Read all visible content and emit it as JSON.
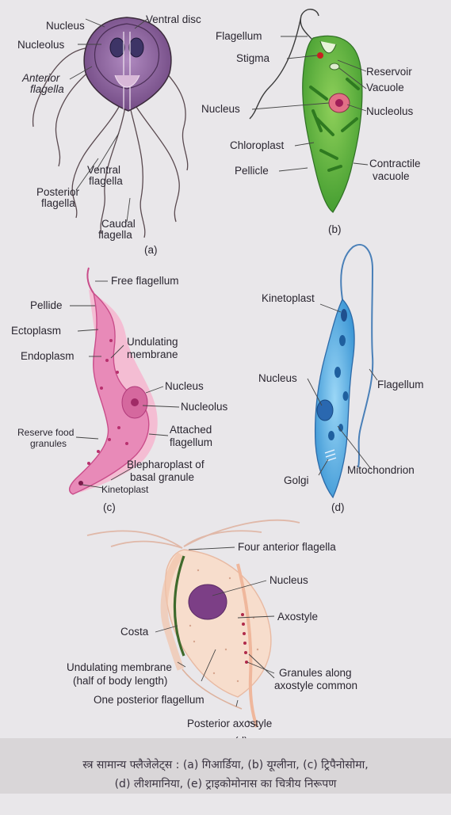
{
  "panels": {
    "a": {
      "id": "(a)",
      "labels": {
        "nucleus": "Nucleus",
        "ventral_disc": "Ventral disc",
        "nucleolus": "Nucleolus",
        "anterior_flagella_1": "Anterior",
        "anterior_flagella_2": "flagella",
        "ventral_flagella_1": "Ventral",
        "ventral_flagella_2": "flagella",
        "posterior_flagella_1": "Posterior",
        "posterior_flagella_2": "flagella",
        "caudal_flagella_1": "Caudal",
        "caudal_flagella_2": "flagella"
      },
      "colors": {
        "body": "#8a5a9a",
        "nucleus": "#3d3466",
        "outline": "#3a2a3a"
      }
    },
    "b": {
      "id": "(b)",
      "labels": {
        "flagellum": "Flagellum",
        "stigma": "Stigma",
        "reservoir": "Reservoir",
        "vacuole": "Vacuole",
        "nucleus": "Nucleus",
        "nucleolus": "Nucleolus",
        "chloroplast": "Chloroplast",
        "pellicle": "Pellicle",
        "contractile_1": "Contractile",
        "contractile_2": "vacuole"
      },
      "colors": {
        "body": "#5cae3a",
        "nucleus": "#d3566c",
        "chloroplast": "#3f8a2c"
      }
    },
    "c": {
      "id": "(c)",
      "labels": {
        "free_flagellum": "Free flagellum",
        "pellide": "Pellide",
        "ectoplasm": "Ectoplasm",
        "endoplasm": "Endoplasm",
        "undulating_1": "Undulating",
        "undulating_2": "membrane",
        "nucleus": "Nucleus",
        "nucleolus": "Nucleolus",
        "reserve_food_1": "Reserve food",
        "reserve_food_2": "granules",
        "attached_1": "Attached",
        "attached_2": "flagellum",
        "blepharoplast_1": "Blepharoplast of",
        "blepharoplast_2": "basal granule",
        "kinetoplast": "Kinetoplast"
      },
      "colors": {
        "body": "#e58ab4",
        "membrane": "#f3b8cf",
        "granule": "#c43f7a"
      }
    },
    "d": {
      "id": "(d)",
      "labels": {
        "kinetoplast": "Kinetoplast",
        "nucleus": "Nucleus",
        "flagellum": "Flagellum",
        "mitochondrion": "Mitochondrion",
        "golgi": "Golgi"
      },
      "colors": {
        "body": "#62b4e4",
        "dark": "#1f5f9e"
      }
    },
    "e": {
      "id": "(d)",
      "labels": {
        "four_anterior": "Four anterior flagella",
        "nucleus": "Nucleus",
        "axostyle": "Axostyle",
        "costa": "Costa",
        "undulating_1": "Undulating membrane",
        "undulating_2": "(half of body length)",
        "granules_1": "Granules along",
        "granules_2": "axostyle common",
        "posterior_flagellum": "One posterior flagellum",
        "posterior_axostyle": "Posterior axostyle"
      },
      "colors": {
        "body": "#f5d8c6",
        "nucleus": "#7c3f86",
        "costa": "#3f6a2c",
        "granule": "#b02a4a"
      }
    }
  },
  "caption": {
    "line1": "स्त्र सामान्य फ्लैजेलेट्स : (a) गिआर्डिया, (b) यूग्लीना, (c) ट्रिपैनोसोमा,",
    "line2": "(d) लीशमानिया, (e) ट्राइकोमोनास का चित्रीय निरूपण"
  }
}
